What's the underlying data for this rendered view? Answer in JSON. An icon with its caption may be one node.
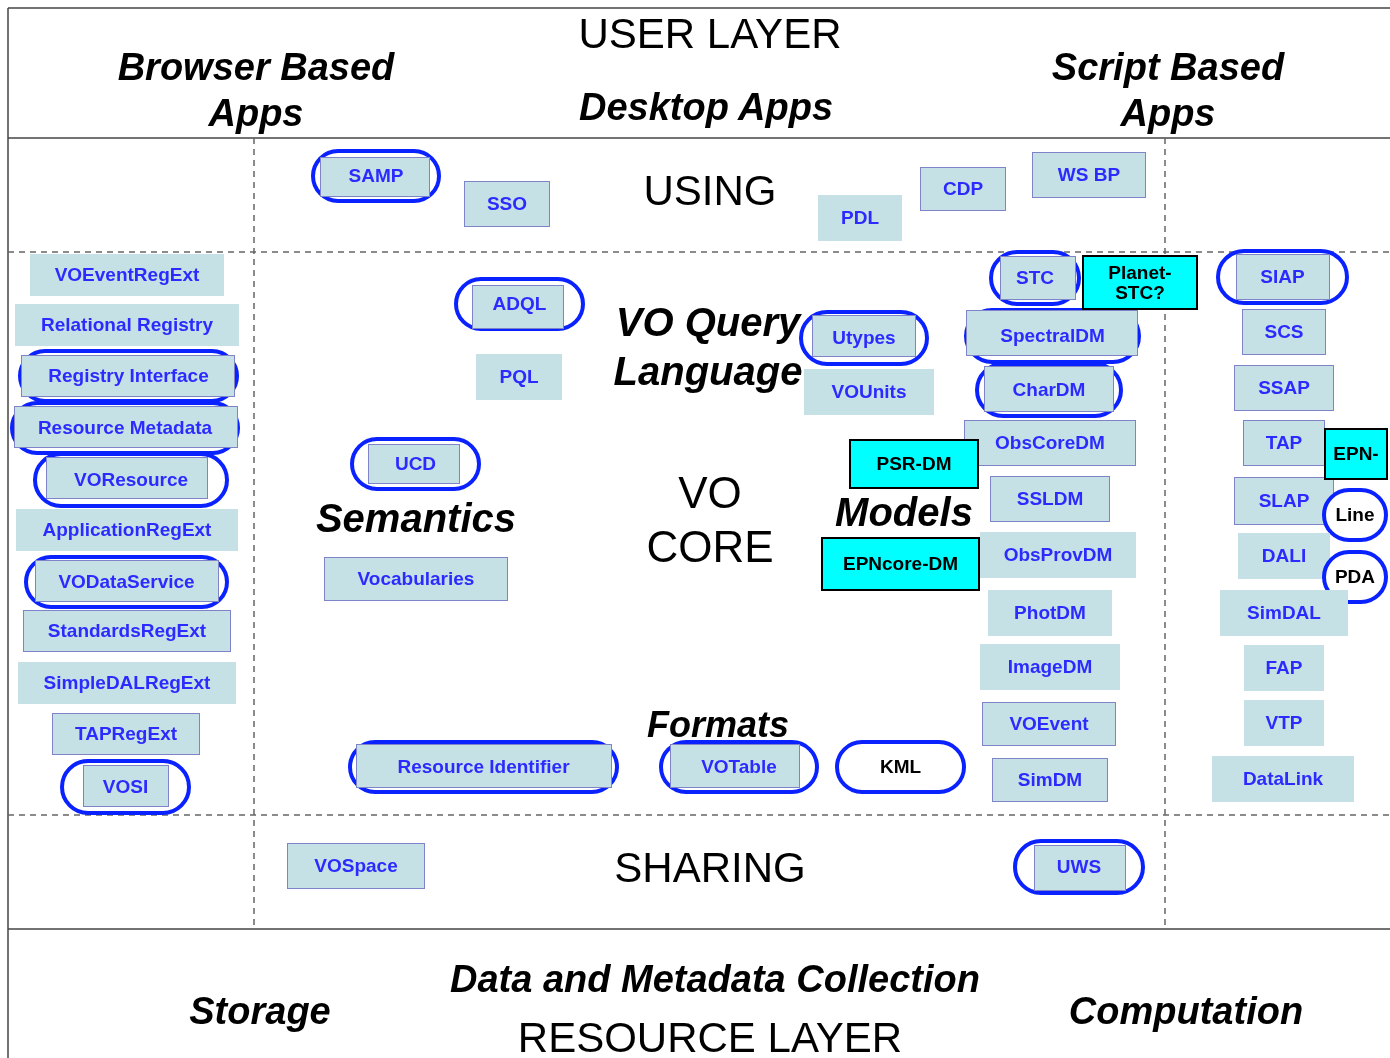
{
  "diagram": {
    "nodes": [
      {
        "text": [
          "SAMP"
        ]
      },
      {
        "text": [
          "SSO"
        ]
      },
      {
        "text": [
          "PDL"
        ]
      },
      {
        "text": [
          "CDP"
        ]
      },
      {
        "text": [
          "WS BP"
        ]
      },
      {
        "text": [
          "VOEventRegExt"
        ]
      },
      {
        "text": [
          "Relational Registry"
        ]
      },
      {
        "text": [
          "Registry Interface"
        ]
      },
      {
        "text": [
          "Resource Metadata"
        ]
      },
      {
        "text": [
          "VOResource"
        ]
      },
      {
        "text": [
          "ApplicationRegExt"
        ]
      },
      {
        "text": [
          "VODataService"
        ]
      },
      {
        "text": [
          "StandardsRegExt"
        ]
      },
      {
        "text": [
          "SimpleDALRegExt"
        ]
      },
      {
        "text": [
          "TAPRegExt"
        ]
      },
      {
        "text": [
          "VOSI"
        ]
      },
      {
        "text": [
          "ADQL"
        ]
      },
      {
        "text": [
          "PQL"
        ]
      },
      {
        "text": [
          "UCD"
        ]
      },
      {
        "text": [
          "Vocabularies"
        ]
      },
      {
        "text": [
          "Utypes"
        ]
      },
      {
        "text": [
          "VOUnits"
        ]
      },
      {
        "text": [
          "PSR-DM"
        ]
      },
      {
        "text": [
          "EPNcore-DM"
        ]
      },
      {
        "text": [
          "Resource Identifier"
        ]
      },
      {
        "text": [
          "VOTable"
        ]
      },
      {
        "text": [
          "KML"
        ]
      },
      {
        "text": [
          "STC"
        ]
      },
      {
        "text": [
          "Planet- STC?"
        ]
      },
      {
        "text": [
          "SpectralDM"
        ]
      },
      {
        "text": [
          "CharDM"
        ]
      },
      {
        "text": [
          "ObsCoreDM"
        ]
      },
      {
        "text": [
          "SSLDM"
        ]
      },
      {
        "text": [
          "ObsProvDM"
        ]
      },
      {
        "text": [
          "PhotDM"
        ]
      },
      {
        "text": [
          "ImageDM"
        ]
      },
      {
        "text": [
          "VOEvent"
        ]
      },
      {
        "text": [
          "SimDM"
        ]
      },
      {
        "text": [
          "SIAP"
        ]
      },
      {
        "text": [
          "SCS"
        ]
      },
      {
        "text": [
          "SSAP"
        ]
      },
      {
        "text": [
          "TAP"
        ]
      },
      {
        "text": [
          "EPN-"
        ]
      },
      {
        "text": [
          "SLAP"
        ]
      },
      {
        "text": [
          "Line"
        ]
      },
      {
        "text": [
          "DALI"
        ]
      },
      {
        "text": [
          "PDA"
        ]
      },
      {
        "text": [
          "SimDAL"
        ]
      },
      {
        "text": [
          "FAP"
        ]
      },
      {
        "text": [
          "VTP"
        ]
      },
      {
        "text": [
          "DataLink"
        ]
      },
      {
        "text": [
          "VOSpace"
        ]
      },
      {
        "text": [
          "UWS"
        ]
      }
    ],
    "labels": [
      "USER LAYER",
      "Browser Based Apps",
      "Desktop Apps",
      "Script Based Apps",
      "USING",
      "VO Query Language",
      "Semantics",
      "VO CORE",
      "Models",
      "Formats",
      "SHARING",
      "Data and Metadata Collection",
      "Storage",
      "Computation",
      "RESOURCE LAYER"
    ]
  }
}
